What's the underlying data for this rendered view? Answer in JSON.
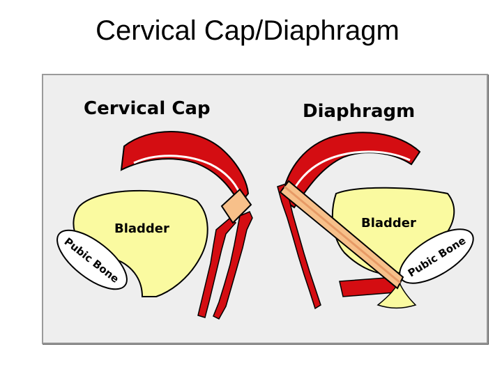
{
  "slide": {
    "title": "Cervical Cap/Diaphragm"
  },
  "figure": {
    "left_panel": {
      "heading": "Cervical Cap",
      "bladder": "Bladder",
      "pubic_bone": "Pubic Bone"
    },
    "right_panel": {
      "heading": "Diaphragm",
      "bladder": "Bladder",
      "pubic_bone": "Pubic Bone"
    },
    "colors": {
      "uterus": "#d40d12",
      "bladder": "#fafaa0",
      "device": "#f7c08a",
      "bone": "#ffffff",
      "panel": "#eeeeee",
      "outline": "#000000"
    }
  }
}
